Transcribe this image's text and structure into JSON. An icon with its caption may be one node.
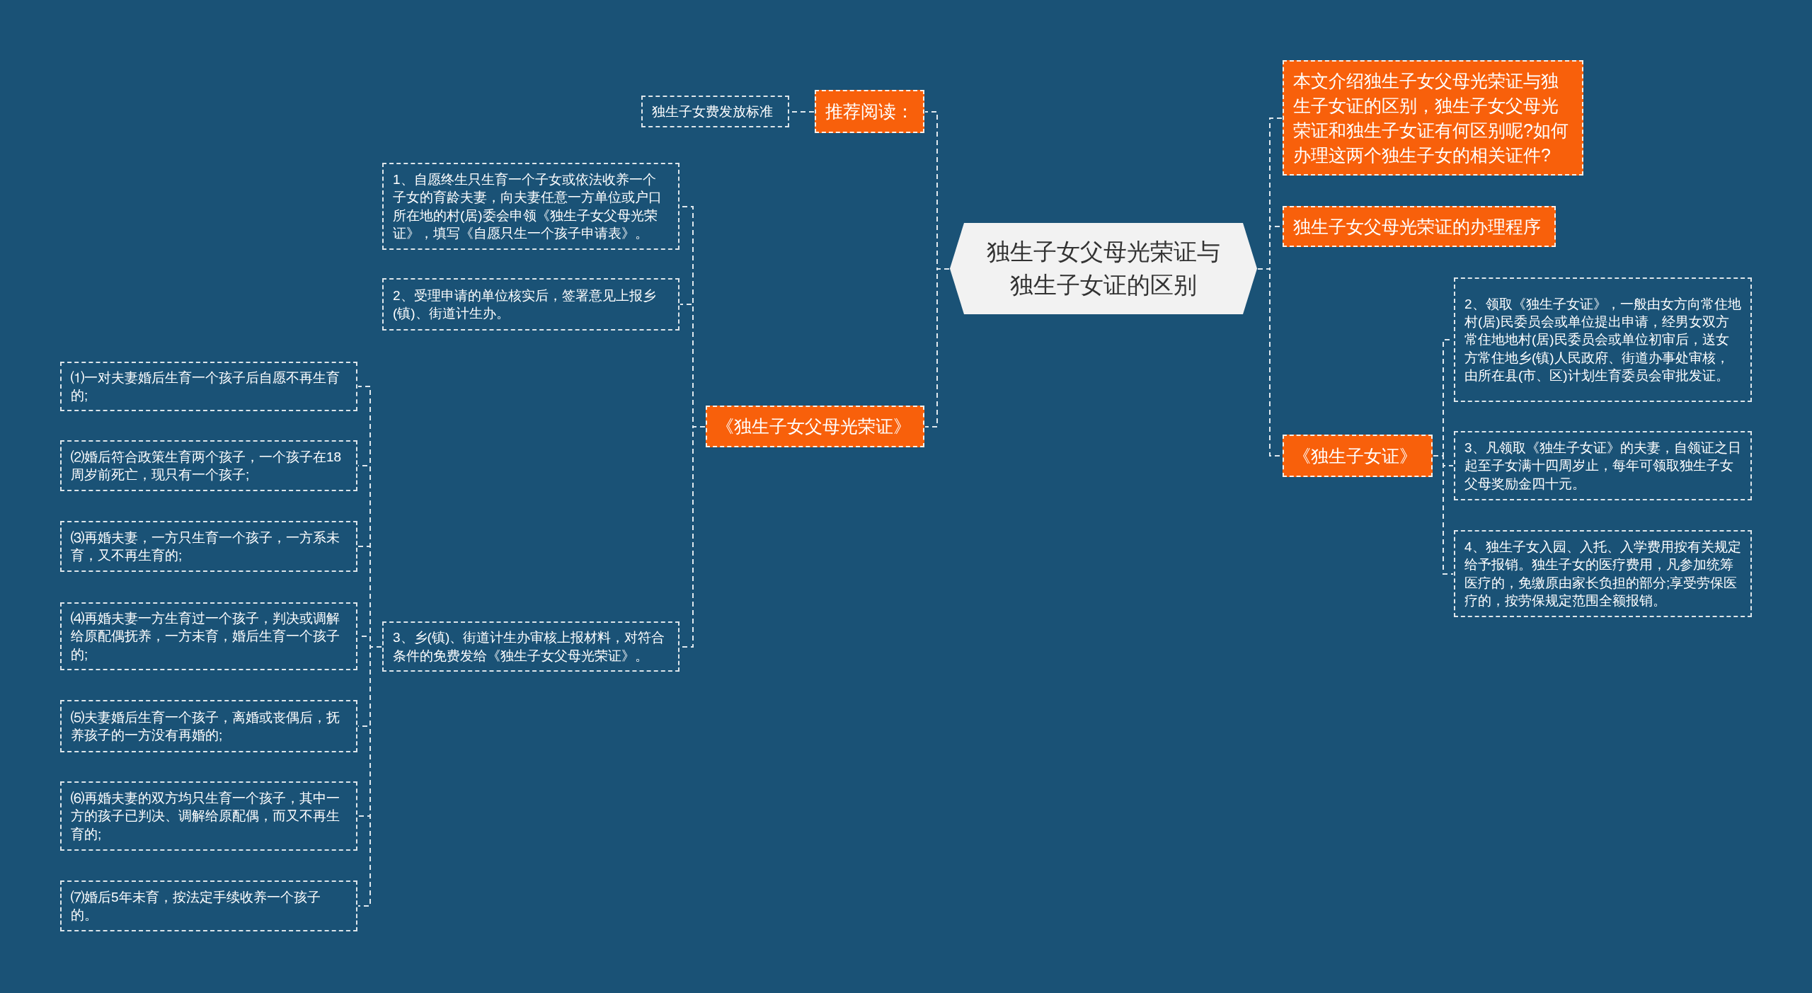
{
  "diagram": {
    "nodes": [
      {
        "text": [
          "独生子女父母光荣证与独生子女证的区别"
        ]
      },
      {
        "text": [
          "推荐阅读："
        ]
      },
      {
        "text": [
          "独生子女费发放标准"
        ]
      },
      {
        "text": [
          "《独生子女父母光荣证》"
        ]
      },
      {
        "text": [
          "1、自愿终生只生育一个子女或依法收养一个子女的育龄夫妻，向夫妻任意一方单位或户口所在地的村(居)委会申领《独生子女父母光荣证》，填写《自愿只生一个孩子申请表》。"
        ]
      },
      {
        "text": [
          "2、受理申请的单位核实后，签署意见上报乡(镇)、街道计生办。"
        ]
      },
      {
        "text": [
          "3、乡(镇)、街道计生办审核上报材料，对符合条件的免费发给《独生子女父母光荣证》。"
        ]
      },
      {
        "text": [
          "⑴一对夫妻婚后生育一个孩子后自愿不再生育的;"
        ]
      },
      {
        "text": [
          "⑵婚后符合政策生育两个孩子，一个孩子在18周岁前死亡，现只有一个孩子;"
        ]
      },
      {
        "text": [
          "⑶再婚夫妻，一方只生育一个孩子，一方系未育，又不再生育的;"
        ]
      },
      {
        "text": [
          "⑷再婚夫妻一方生育过一个孩子，判决或调解给原配偶抚养，一方未育，婚后生育一个孩子的;"
        ]
      },
      {
        "text": [
          "⑸夫妻婚后生育一个孩子，离婚或丧偶后，抚养孩子的一方没有再婚的;"
        ]
      },
      {
        "text": [
          "⑹再婚夫妻的双方均只生育一个孩子，其中一方的孩子已判决、调解给原配偶，而又不再生育的;"
        ]
      },
      {
        "text": [
          "⑺婚后5年未育，按法定手续收养一个孩子的。"
        ]
      },
      {
        "text": [
          "本文介绍独生子女父母光荣证与独生子女证的区别，独生子女父母光荣证和独生子女证有何区别呢?如何办理这两个独生子女的相关证件?"
        ]
      },
      {
        "text": [
          "独生子女父母光荣证的办理程序"
        ]
      },
      {
        "text": [
          "《独生子女证》"
        ]
      },
      {
        "text": [
          "2、领取《独生子女证》，一般由女方向常住地村(居)民委员会或单位提出申请，经男女双方常住地地村(居)民委员会或单位初审后，送女方常住地乡(镇)人民政府、街道办事处审核，由所在县(市、区)计划生育委员会审批发证。"
        ]
      },
      {
        "text": [
          "3、凡领取《独生子女证》的夫妻，自领证之日起至子女满十四周岁止，每年可领取独生子女父母奖励金四十元。"
        ]
      },
      {
        "text": [
          "4、独生子女入园、入托、入学费用按有关规定给予报销。独生子女的医疗费用，凡参加统筹医疗的，免缴原由家长负担的部分;享受劳保医疗的，按劳保规定范围全额报销。"
        ]
      }
    ],
    "edges": [
      {
        "from": 0,
        "to": 1,
        "arrow": "none"
      },
      {
        "from": 1,
        "to": 2,
        "arrow": "none"
      },
      {
        "from": 0,
        "to": 3,
        "arrow": "none"
      },
      {
        "from": 3,
        "to": 4,
        "arrow": "none"
      },
      {
        "from": 3,
        "to": 5,
        "arrow": "none"
      },
      {
        "from": 3,
        "to": 6,
        "arrow": "none"
      },
      {
        "from": 6,
        "to": 7,
        "arrow": "none"
      },
      {
        "from": 6,
        "to": 8,
        "arrow": "none"
      },
      {
        "from": 6,
        "to": 9,
        "arrow": "none"
      },
      {
        "from": 6,
        "to": 10,
        "arrow": "none"
      },
      {
        "from": 6,
        "to": 11,
        "arrow": "none"
      },
      {
        "from": 6,
        "to": 12,
        "arrow": "none"
      },
      {
        "from": 6,
        "to": 13,
        "arrow": "none"
      },
      {
        "from": 0,
        "to": 14,
        "arrow": "none"
      },
      {
        "from": 0,
        "to": 15,
        "arrow": "none"
      },
      {
        "from": 0,
        "to": 16,
        "arrow": "none"
      },
      {
        "from": 16,
        "to": 17,
        "arrow": "none"
      },
      {
        "from": 16,
        "to": 18,
        "arrow": "none"
      },
      {
        "from": 16,
        "to": 19,
        "arrow": "none"
      }
    ]
  }
}
